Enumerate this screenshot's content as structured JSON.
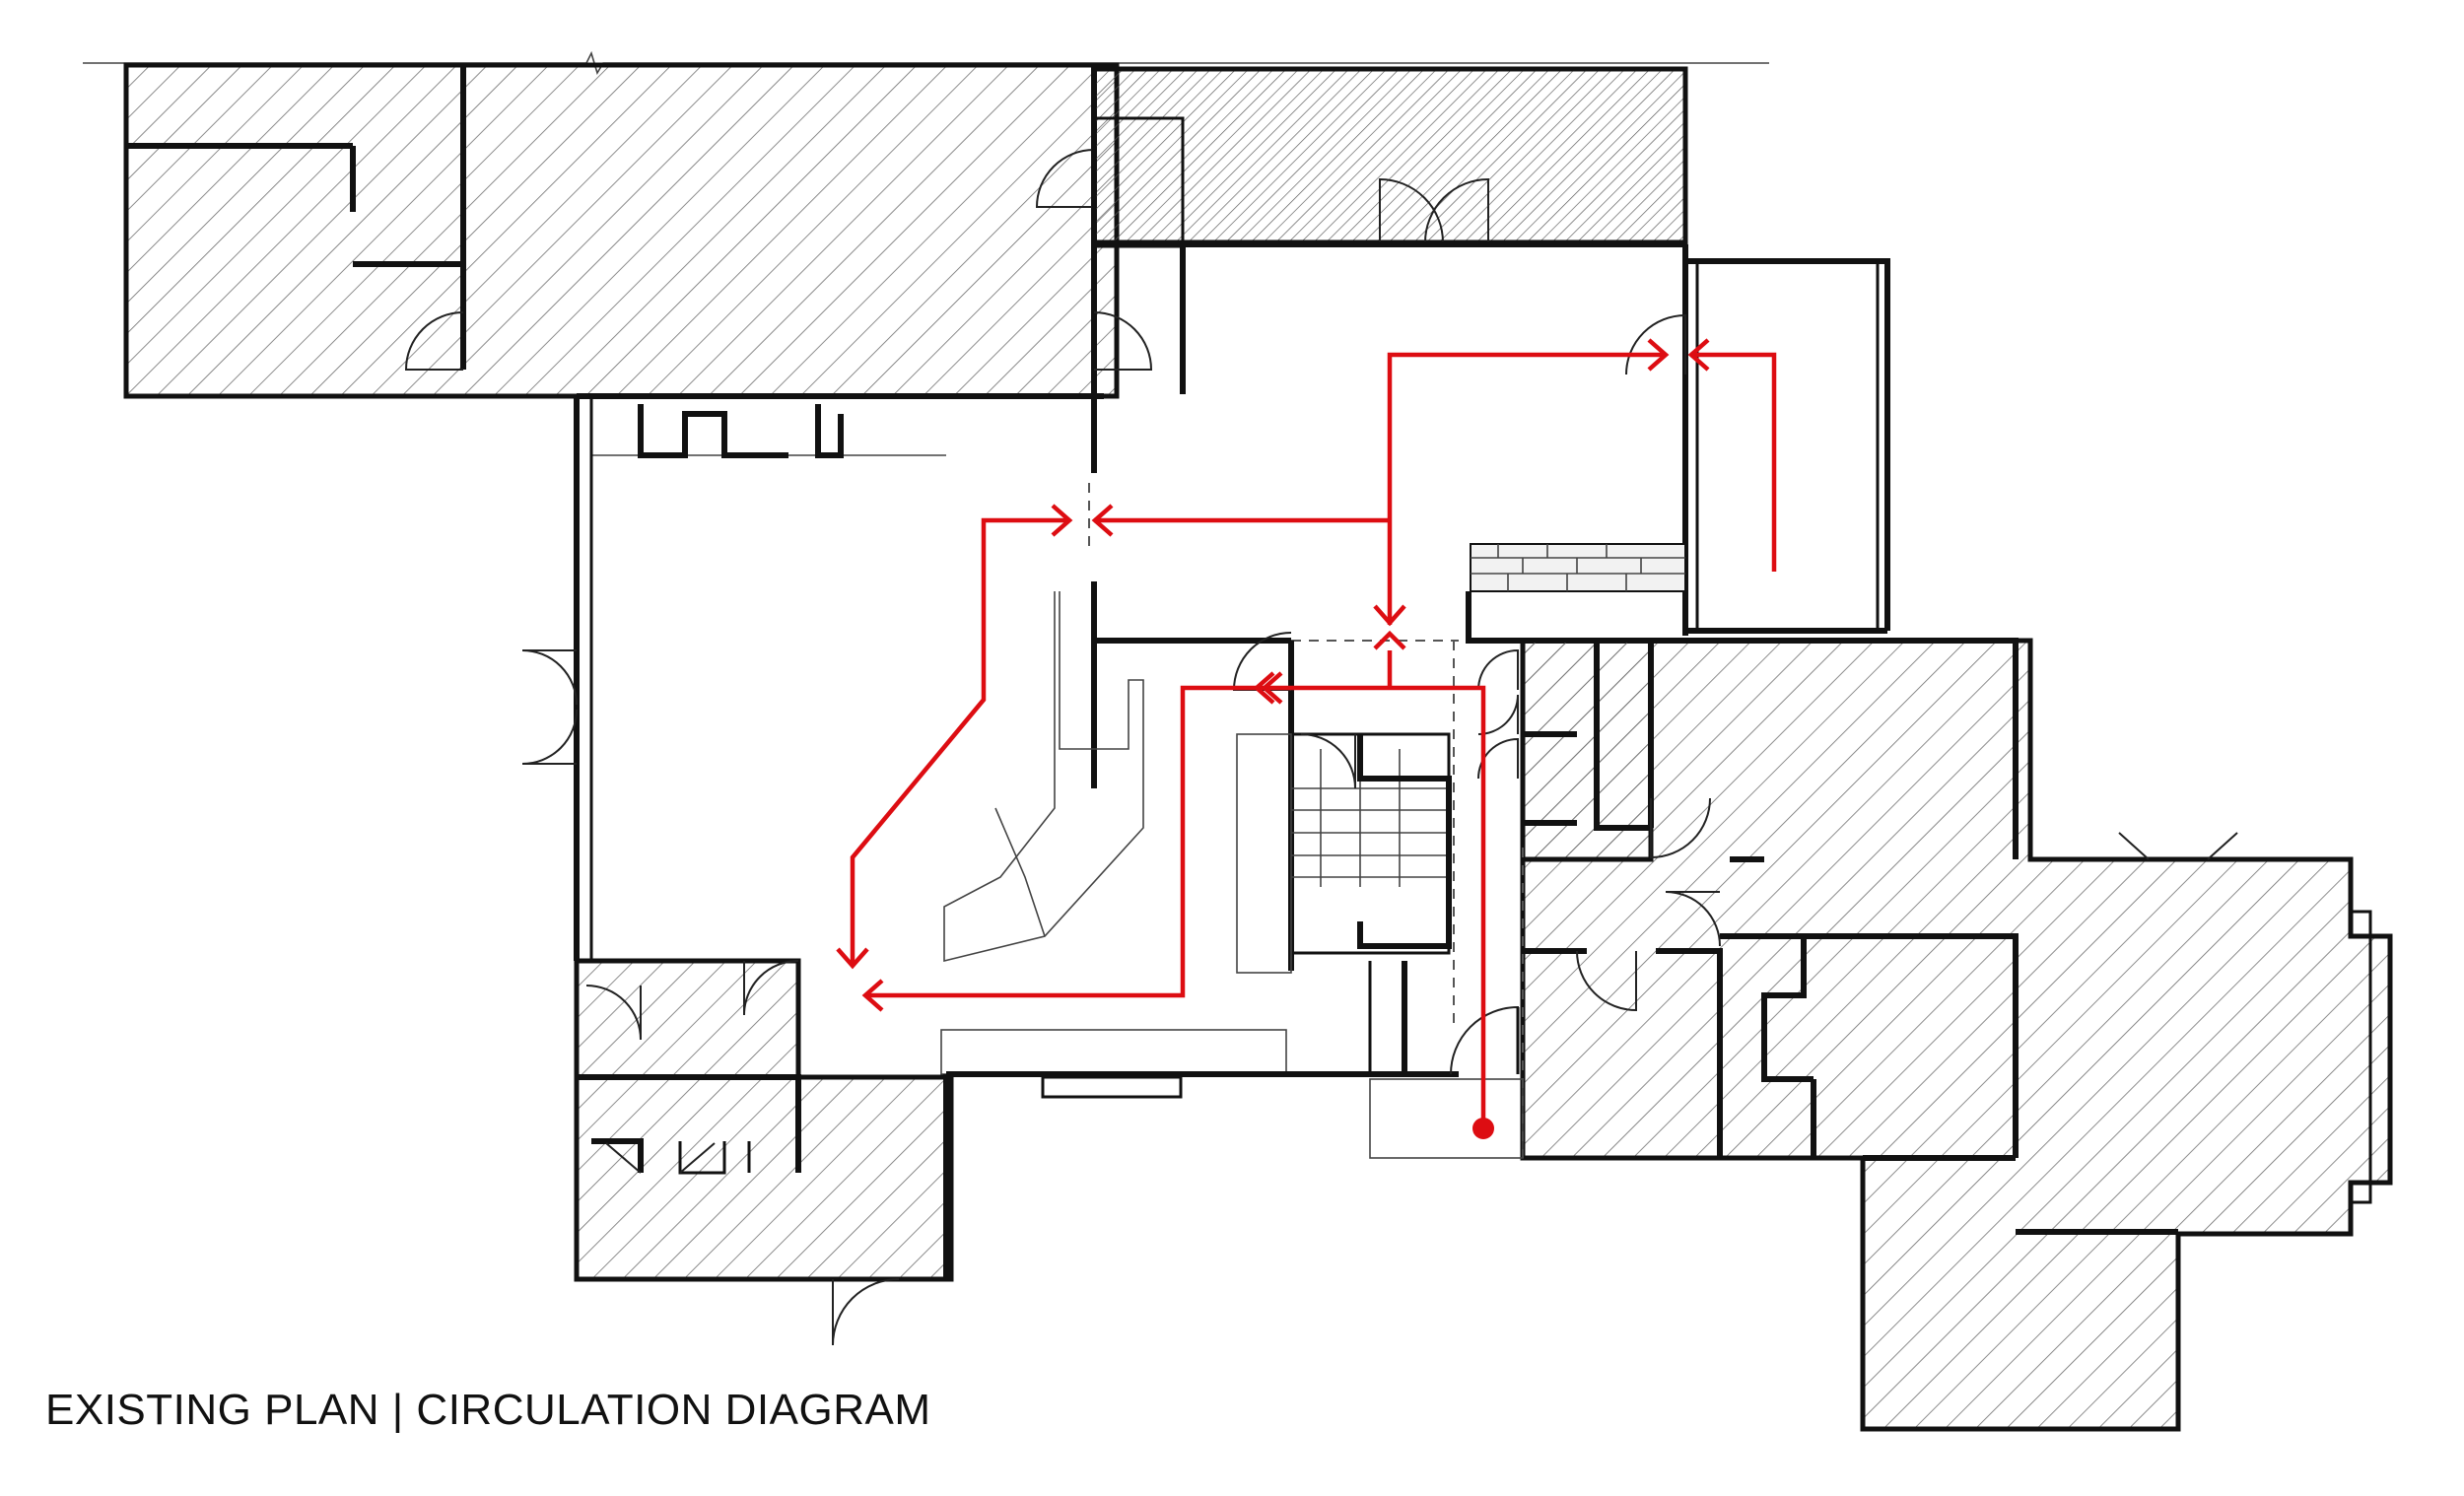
{
  "caption": "EXISTING PLAN | CIRCULATION DIAGRAM",
  "colors": {
    "circulation_route": "#dd0d12",
    "walls": "#111111",
    "hatch": "#6e6e6e",
    "background": "#ffffff"
  },
  "legend_marks": {
    "start_point": "red-dot",
    "route": "red-arrows"
  }
}
